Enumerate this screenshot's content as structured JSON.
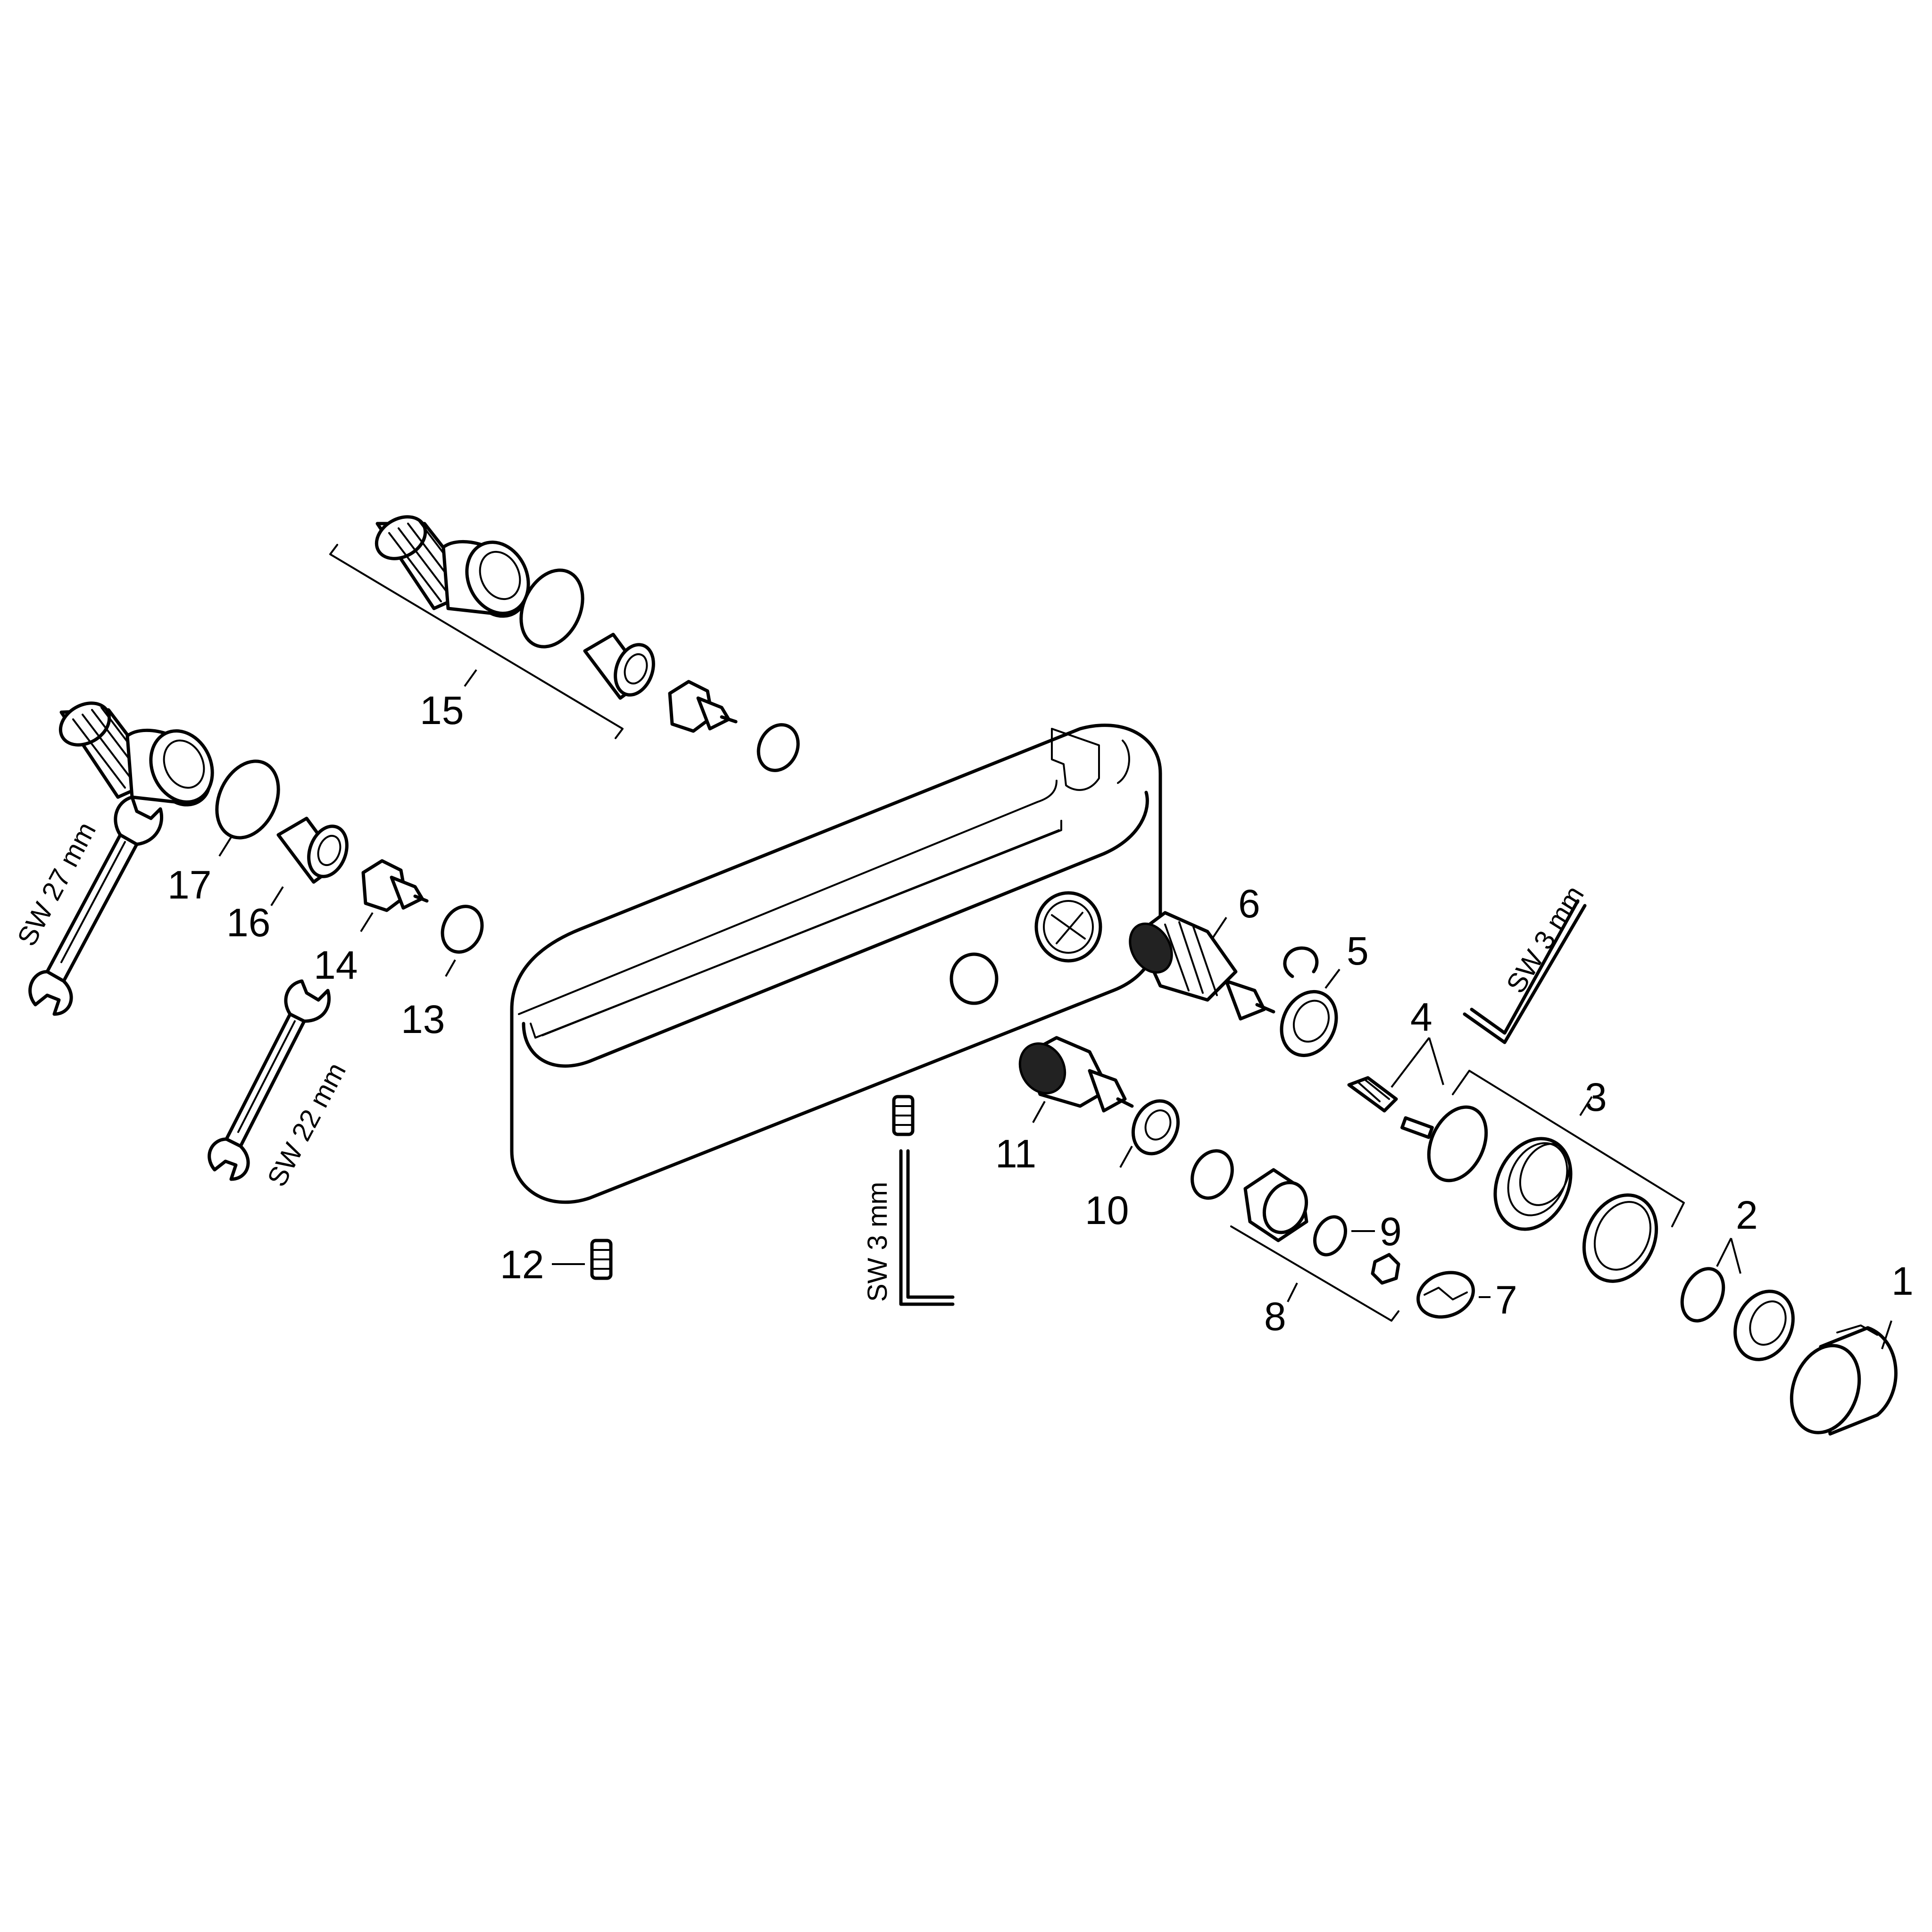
{
  "diagram": {
    "callouts": [
      "1",
      "2",
      "3",
      "4",
      "5",
      "6",
      "7",
      "8",
      "9",
      "10",
      "11",
      "12",
      "13",
      "14",
      "15",
      "16",
      "17"
    ],
    "tools": {
      "wrench_large": "SW 27 mm",
      "wrench_small": "SW 22 mm",
      "hex_key_left": "SW 3 mm",
      "hex_key_right": "SW 3 mm"
    }
  }
}
